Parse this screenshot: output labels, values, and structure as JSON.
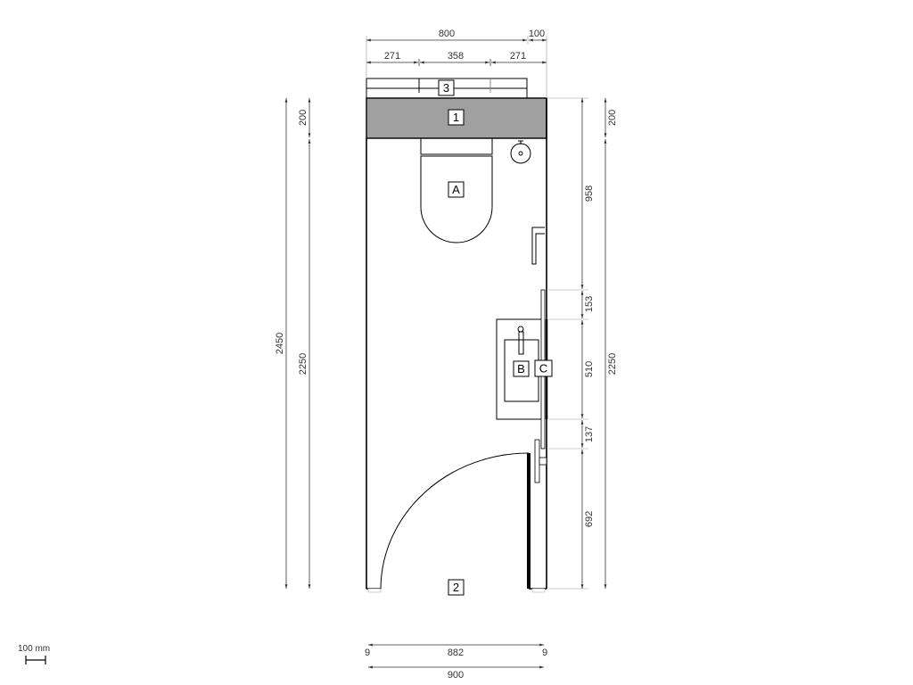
{
  "plan": {
    "tags": {
      "countertop": "1",
      "door": "2",
      "shelf": "3",
      "toilet": "A",
      "sink": "B",
      "mirror": "C"
    },
    "colors": {
      "countertop": "#a0a0a0",
      "line": "#000000",
      "dimension": "#333333"
    }
  },
  "dimensions": {
    "top_overall": "800",
    "top_right": "100",
    "top_left_seg": "271",
    "top_mid_seg": "358",
    "top_right_seg": "271",
    "left_overall": "2450",
    "left_top": "200",
    "left_bottom": "2250",
    "right_958": "958",
    "right_153": "153",
    "right_510": "510",
    "right_137": "137",
    "right_692": "692",
    "right_outer_top": "200",
    "right_outer_bottom": "2250",
    "bottom_inner": "882",
    "bottom_left_jamb": "9",
    "bottom_right_jamb": "9",
    "bottom_overall": "900"
  },
  "scale_bar": {
    "label": "100 mm"
  }
}
